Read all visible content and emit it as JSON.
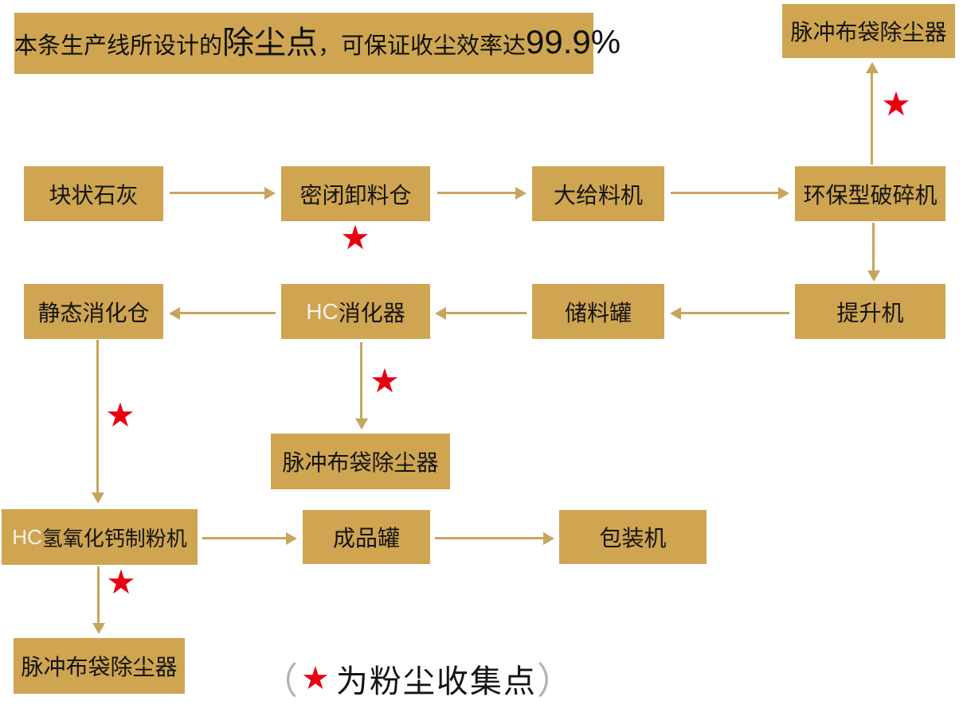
{
  "banner": {
    "text_before": "本条生产线所设计的",
    "highlight": "除尘点",
    "text_middle": "，可保证收尘效率达",
    "efficiency": "99.9%"
  },
  "nodes": {
    "collector_top": {
      "label": "脉冲布袋除尘器"
    },
    "lump_lime": {
      "label": "块状石灰"
    },
    "sealed_bin": {
      "label": "密闭卸料仓"
    },
    "feeder": {
      "label": "大给料机"
    },
    "crusher": {
      "label": "环保型破碎机"
    },
    "static_bin": {
      "label": "静态消化仓"
    },
    "digester": {
      "prefix": "HC",
      "label": "消化器"
    },
    "storage_tank": {
      "label": "储料罐"
    },
    "elevator": {
      "label": "提升机"
    },
    "collector_mid": {
      "label": "脉冲布袋除尘器"
    },
    "powder_machine": {
      "prefix": "HC",
      "label": "氢氧化钙制粉机"
    },
    "product_tank": {
      "label": "成品罐"
    },
    "packer": {
      "label": "包装机"
    },
    "collector_bottom": {
      "label": "脉冲布袋除尘器"
    }
  },
  "edges": [
    {
      "from": "lump_lime",
      "to": "sealed_bin",
      "starred": false
    },
    {
      "from": "sealed_bin",
      "to": "feeder",
      "starred": true
    },
    {
      "from": "feeder",
      "to": "crusher",
      "starred": false
    },
    {
      "from": "crusher",
      "to": "collector_top",
      "starred": true
    },
    {
      "from": "crusher",
      "to": "elevator",
      "starred": false
    },
    {
      "from": "elevator",
      "to": "storage_tank",
      "starred": false
    },
    {
      "from": "storage_tank",
      "to": "digester",
      "starred": false
    },
    {
      "from": "digester",
      "to": "static_bin",
      "starred": false
    },
    {
      "from": "digester",
      "to": "collector_mid",
      "starred": true
    },
    {
      "from": "static_bin",
      "to": "powder_machine",
      "starred": true
    },
    {
      "from": "powder_machine",
      "to": "product_tank",
      "starred": false
    },
    {
      "from": "product_tank",
      "to": "packer",
      "starred": false
    },
    {
      "from": "powder_machine",
      "to": "collector_bottom",
      "starred": true
    }
  ],
  "legend": {
    "paren_open": "（",
    "star": "★",
    "text": "为粉尘收集点",
    "paren_close": "）"
  },
  "icons": {
    "star": "★"
  },
  "colors": {
    "gold": "#CFA551",
    "arrow_gold": "#C8A55C",
    "star_red": "#E60012",
    "ink": "#141414",
    "hc_light": "#F5F1E8",
    "paren_gray": "#B3B3B3"
  }
}
